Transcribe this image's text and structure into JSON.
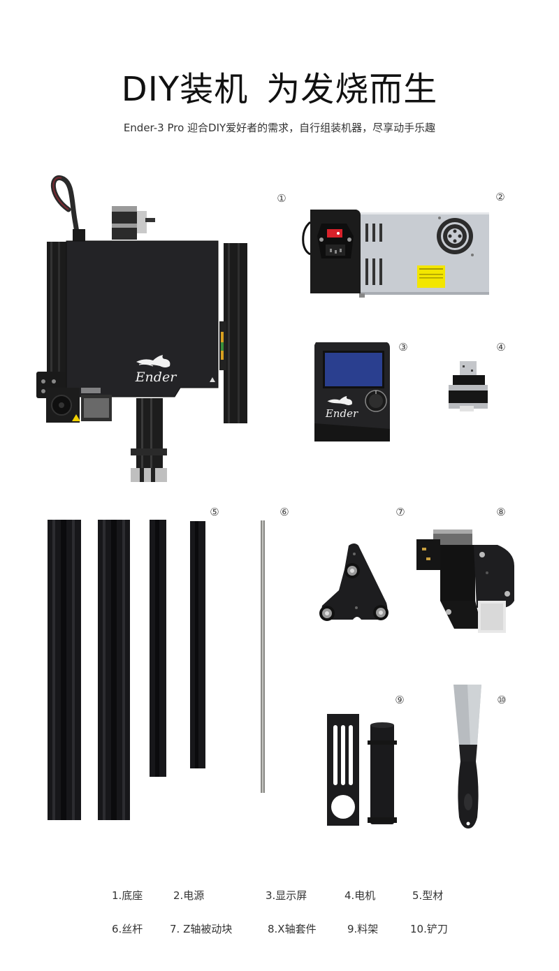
{
  "header": {
    "title_part1": "DIY装机",
    "title_part2": "为发烧而生",
    "subtitle": "Ender-3 Pro 迎合DIY爱好者的需求，自行组装机器，尽享动手乐趣"
  },
  "main_product": {
    "name": "Ender-3 Pro assembled base",
    "bed_logo": "Ender"
  },
  "parts": [
    {
      "marker": "①",
      "name": "底座"
    },
    {
      "marker": "②",
      "name": "电源"
    },
    {
      "marker": "③",
      "name": "显示屏",
      "logo": "Ender"
    },
    {
      "marker": "④",
      "name": "电机"
    },
    {
      "marker": "⑤",
      "name": "型材"
    },
    {
      "marker": "⑥",
      "name": "丝杆"
    },
    {
      "marker": "⑦",
      "name": "Z轴被动块"
    },
    {
      "marker": "⑧",
      "name": "X轴套件"
    },
    {
      "marker": "⑨",
      "name": "料架"
    },
    {
      "marker": "⑩",
      "name": "铲刀"
    }
  ],
  "legend": {
    "row1": [
      "1.底座",
      "2.电源",
      "3.显示屏",
      "4.电机",
      "5.型材"
    ],
    "row2": [
      "6.丝杆",
      "7. Z轴被动块",
      "8.X轴套件",
      "9.料架",
      "10.铲刀"
    ]
  },
  "colors": {
    "background": "#ffffff",
    "text": "#1a1a1a",
    "part_black": "#1c1c1e",
    "lcd_blue": "#2a3f8f",
    "psu_silver": "#c9ccd1",
    "warning_yellow": "#f3e600",
    "switch_red": "#d8212a"
  }
}
